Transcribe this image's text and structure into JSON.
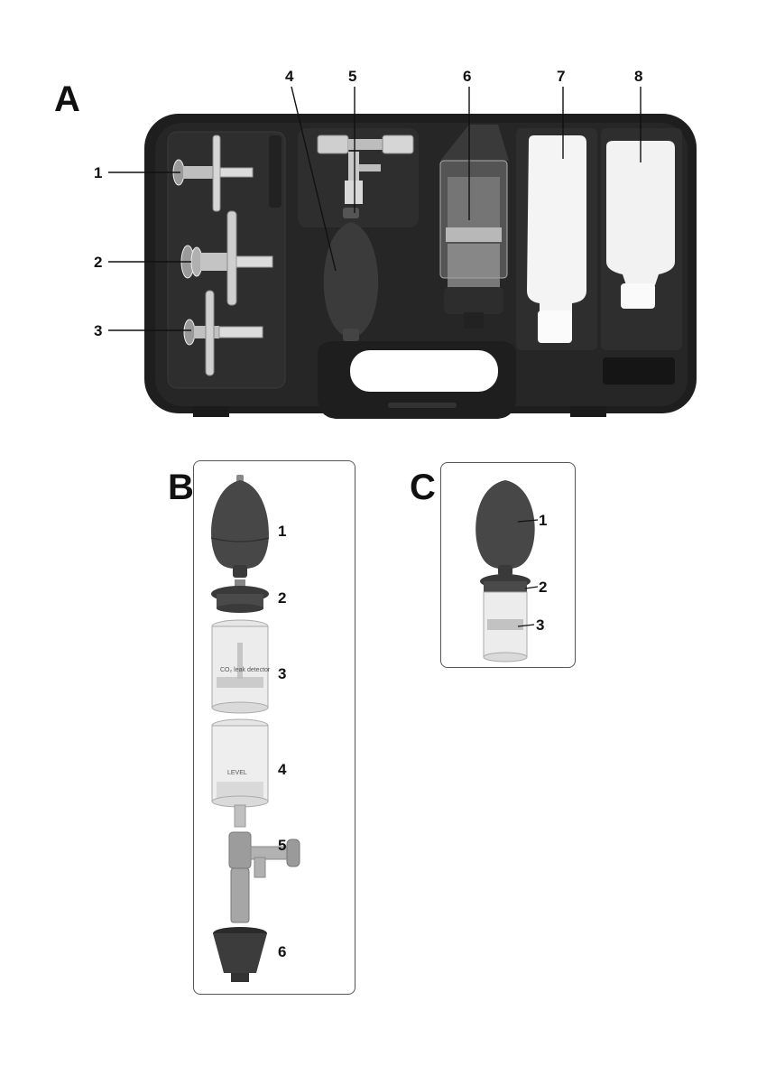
{
  "section_a": {
    "letter": "A",
    "callouts": [
      "1",
      "2",
      "3",
      "4",
      "5",
      "6",
      "7",
      "8"
    ]
  },
  "section_b": {
    "letter": "B",
    "callouts": [
      "1",
      "2",
      "3",
      "4",
      "5",
      "6"
    ],
    "jar_text": "CO₂ leak detector",
    "cylinder_text": "LEVEL"
  },
  "section_c": {
    "letter": "C",
    "callouts": [
      "1",
      "2",
      "3"
    ]
  },
  "colors": {
    "case": "#1e1e1e",
    "foam": "#2c2c2c",
    "bulb": "#3b3b3b",
    "bottle": "#f4f4f4",
    "metal": "#c8c8c8"
  },
  "icons": [
    "adapter-icon",
    "bulb-icon",
    "valve-icon",
    "jar-icon",
    "bottle-icon",
    "cap-icon",
    "cone-icon"
  ]
}
